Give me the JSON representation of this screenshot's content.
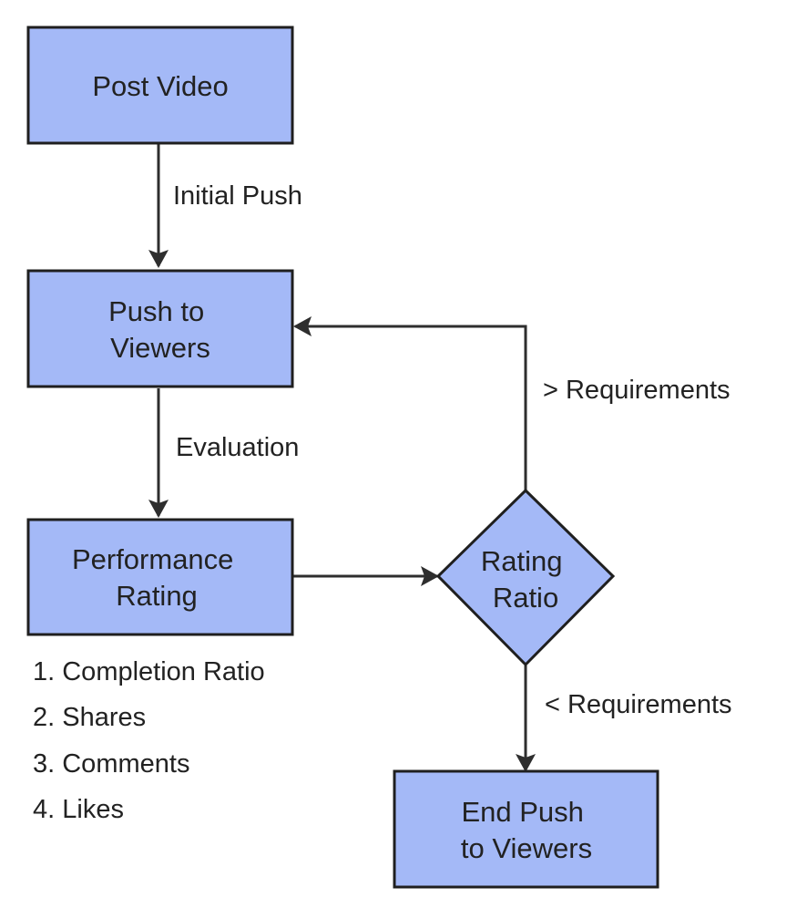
{
  "colors": {
    "node_fill": "#a4b9f7",
    "node_border": "#1f1f1f",
    "edge": "#2e2e2e",
    "text": "#222222",
    "background": "#ffffff"
  },
  "nodes": {
    "post_video": {
      "lines": [
        "Post Video"
      ]
    },
    "push_to_viewers": {
      "lines": [
        "Push to",
        "Viewers"
      ]
    },
    "performance_rating": {
      "lines": [
        "Performance",
        "Rating"
      ]
    },
    "rating_ratio": {
      "lines": [
        "Rating",
        "Ratio"
      ]
    },
    "end_push": {
      "lines": [
        "End Push",
        "to Viewers"
      ]
    }
  },
  "edges": {
    "initial_push": "Initial Push",
    "evaluation": "Evaluation",
    "above_requirements": "> Requirements",
    "below_requirements": "< Requirements"
  },
  "criteria": [
    "1. Completion Ratio",
    "2. Shares",
    "3. Comments",
    "4. Likes"
  ]
}
